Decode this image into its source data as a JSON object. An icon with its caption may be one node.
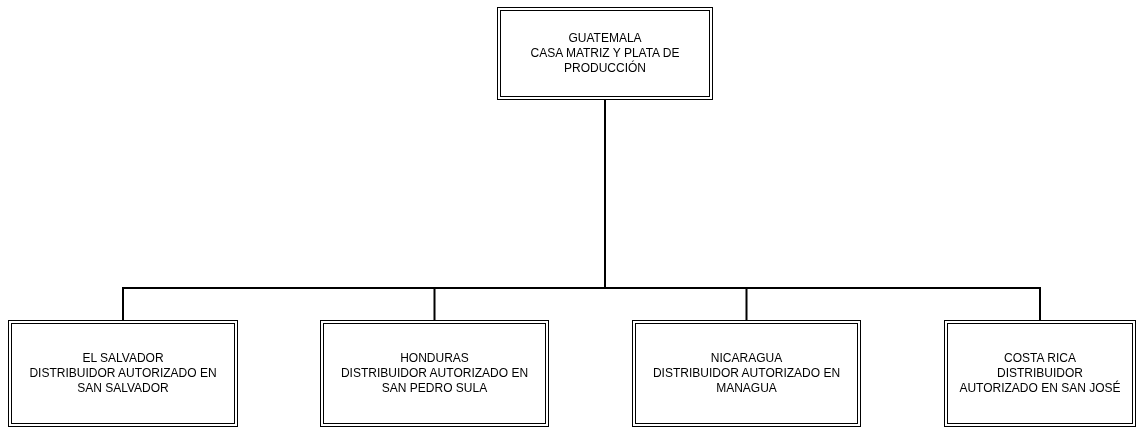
{
  "diagram": {
    "nodes": [
      {
        "text": [
          "GUATEMALA",
          "CASA MATRIZ Y PLATA DE PRODUCCIÓN"
        ]
      },
      {
        "text": [
          "EL SALVADOR",
          "DISTRIBUIDOR AUTORIZADO EN SAN SALVADOR"
        ]
      },
      {
        "text": [
          "HONDURAS",
          "DISTRIBUIDOR AUTORIZADO EN SAN PEDRO SULA"
        ]
      },
      {
        "text": [
          "NICARAGUA",
          "DISTRIBUIDOR AUTORIZADO EN MANAGUA"
        ]
      },
      {
        "text": [
          "COSTA RICA",
          "DISTRIBUIDOR AUTORIZADO EN SAN JOSÉ"
        ]
      }
    ],
    "edges": [
      {
        "from": 0,
        "to": 1,
        "arrow": "none"
      },
      {
        "from": 0,
        "to": 2,
        "arrow": "none"
      },
      {
        "from": 0,
        "to": 3,
        "arrow": "none"
      },
      {
        "from": 0,
        "to": 4,
        "arrow": "none"
      }
    ]
  }
}
